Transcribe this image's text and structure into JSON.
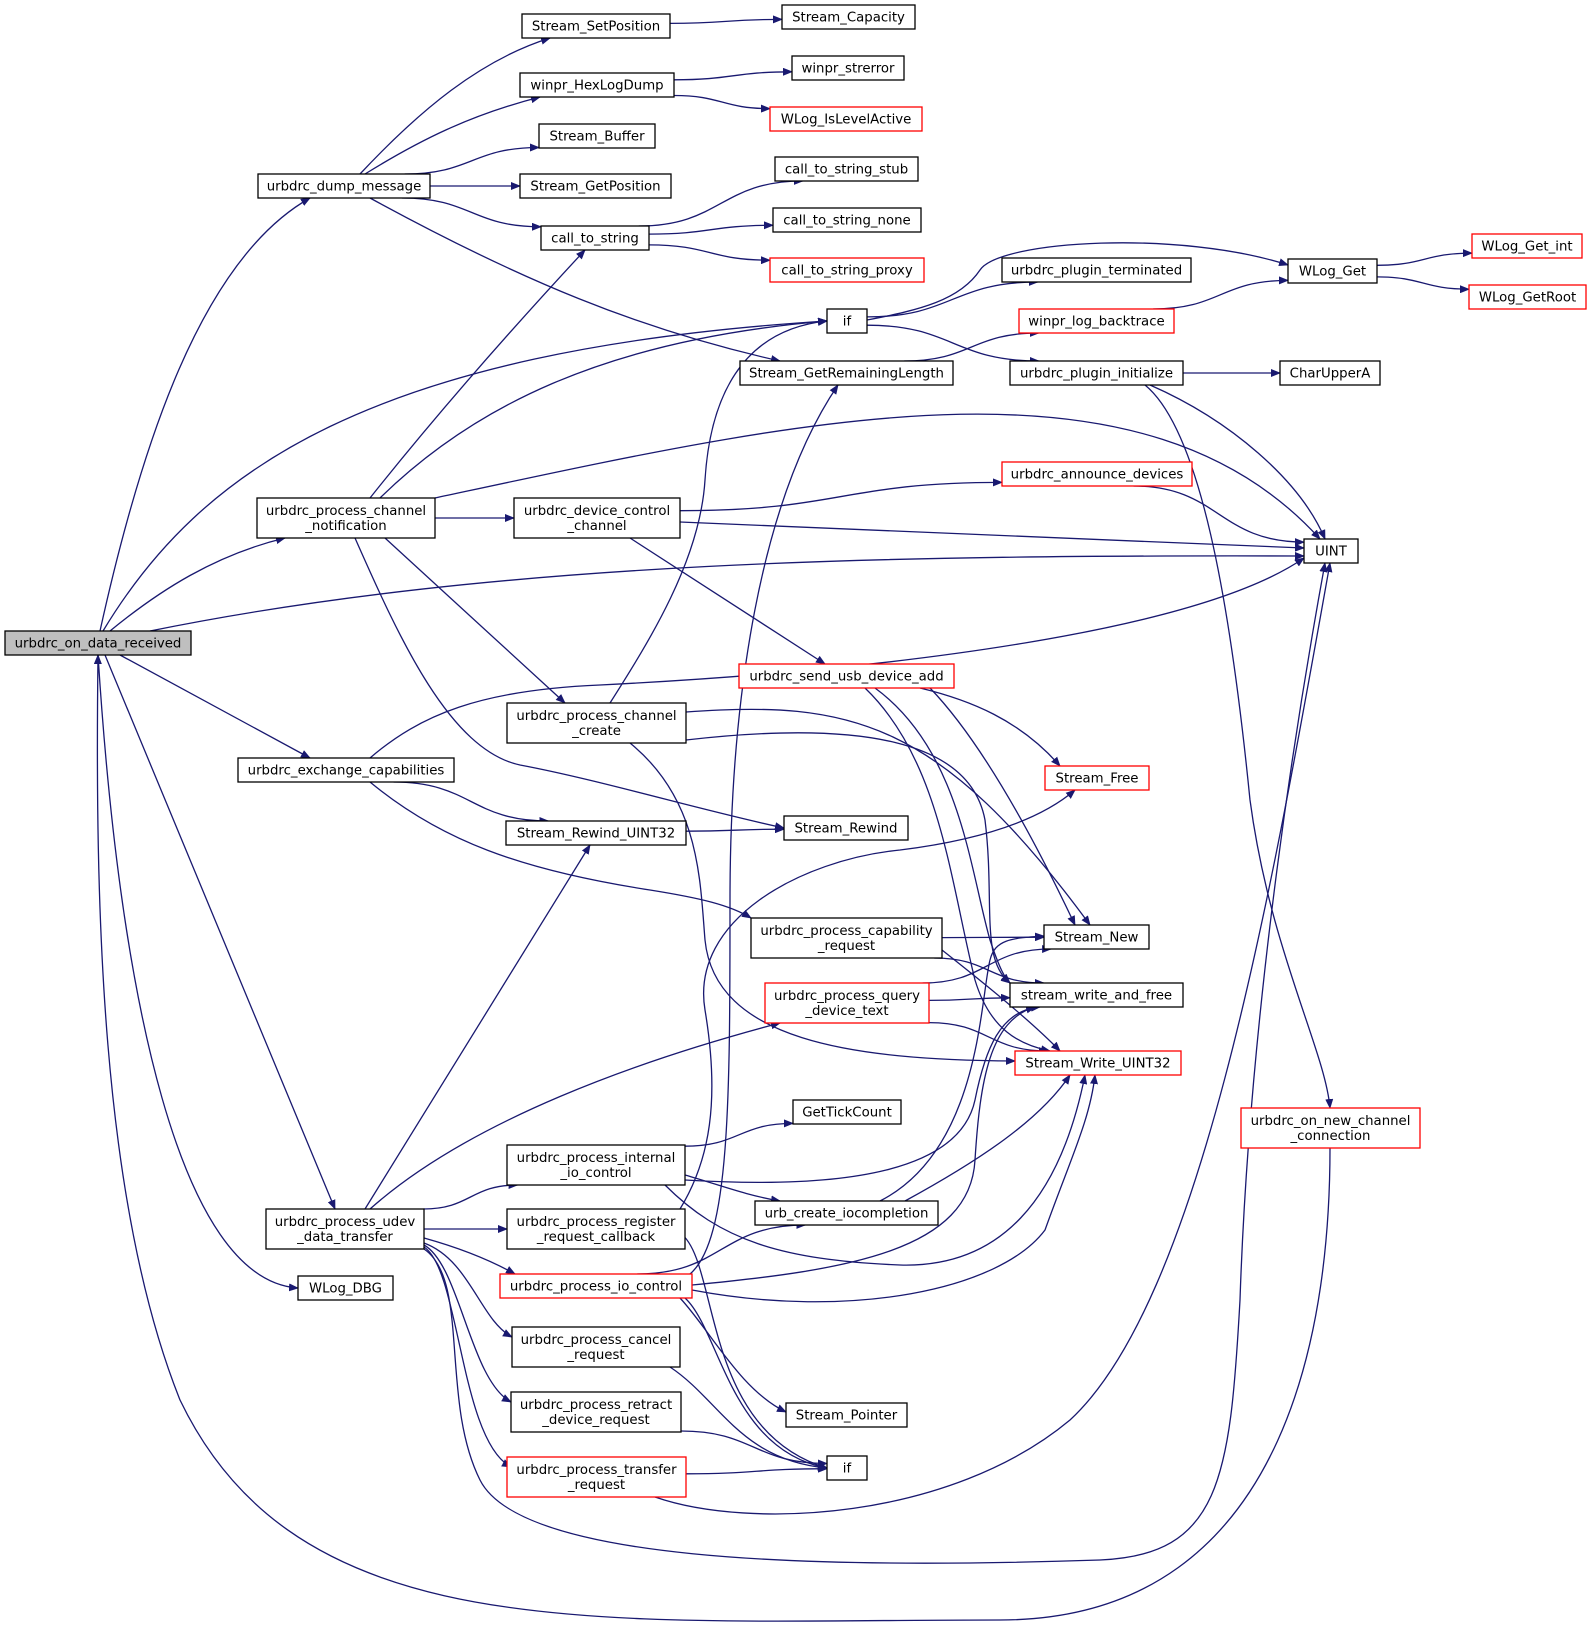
{
  "colors": {
    "edge": "#191970",
    "node_border": "#000000",
    "node_border_incomplete": "#ff0000",
    "root_fill": "#bfbfbf",
    "node_fill": "#ffffff"
  },
  "graph": {
    "root": "urbdrc_on_data_received",
    "nodes": [
      {
        "id": "urbdrc_on_data_received",
        "lines": [
          "urbdrc_on_data_received"
        ],
        "style": "root"
      },
      {
        "id": "urbdrc_dump_message",
        "lines": [
          "urbdrc_dump_message"
        ],
        "style": "normal"
      },
      {
        "id": "urbdrc_process_channel_notification",
        "lines": [
          "urbdrc_process_channel",
          "_notification"
        ],
        "style": "normal"
      },
      {
        "id": "urbdrc_exchange_capabilities",
        "lines": [
          "urbdrc_exchange_capabilities"
        ],
        "style": "normal"
      },
      {
        "id": "urbdrc_process_udev_data_transfer",
        "lines": [
          "urbdrc_process_udev",
          "_data_transfer"
        ],
        "style": "normal"
      },
      {
        "id": "WLog_DBG",
        "lines": [
          "WLog_DBG"
        ],
        "style": "normal"
      },
      {
        "id": "Stream_SetPosition",
        "lines": [
          "Stream_SetPosition"
        ],
        "style": "normal"
      },
      {
        "id": "winpr_HexLogDump",
        "lines": [
          "winpr_HexLogDump"
        ],
        "style": "normal"
      },
      {
        "id": "Stream_Buffer",
        "lines": [
          "Stream_Buffer"
        ],
        "style": "normal"
      },
      {
        "id": "Stream_GetPosition",
        "lines": [
          "Stream_GetPosition"
        ],
        "style": "normal"
      },
      {
        "id": "call_to_string",
        "lines": [
          "call_to_string"
        ],
        "style": "normal"
      },
      {
        "id": "urbdrc_device_control_channel",
        "lines": [
          "urbdrc_device_control",
          "_channel"
        ],
        "style": "normal"
      },
      {
        "id": "urbdrc_process_channel_create",
        "lines": [
          "urbdrc_process_channel",
          "_create"
        ],
        "style": "normal"
      },
      {
        "id": "Stream_Rewind_UINT32",
        "lines": [
          "Stream_Rewind_UINT32"
        ],
        "style": "normal"
      },
      {
        "id": "urbdrc_process_internal_io_control",
        "lines": [
          "urbdrc_process_internal",
          "_io_control"
        ],
        "style": "normal"
      },
      {
        "id": "urbdrc_process_register_request_callback",
        "lines": [
          "urbdrc_process_register",
          "_request_callback"
        ],
        "style": "normal"
      },
      {
        "id": "urbdrc_process_io_control",
        "lines": [
          "urbdrc_process_io_control"
        ],
        "style": "incomplete"
      },
      {
        "id": "urbdrc_process_cancel_request",
        "lines": [
          "urbdrc_process_cancel",
          "_request"
        ],
        "style": "normal"
      },
      {
        "id": "urbdrc_process_retract_device_request",
        "lines": [
          "urbdrc_process_retract",
          "_device_request"
        ],
        "style": "normal"
      },
      {
        "id": "urbdrc_process_transfer_request",
        "lines": [
          "urbdrc_process_transfer",
          "_request"
        ],
        "style": "incomplete"
      },
      {
        "id": "Stream_Capacity",
        "lines": [
          "Stream_Capacity"
        ],
        "style": "normal"
      },
      {
        "id": "winpr_strerror",
        "lines": [
          "winpr_strerror"
        ],
        "style": "normal"
      },
      {
        "id": "WLog_IsLevelActive",
        "lines": [
          "WLog_IsLevelActive"
        ],
        "style": "incomplete"
      },
      {
        "id": "call_to_string_stub",
        "lines": [
          "call_to_string_stub"
        ],
        "style": "normal"
      },
      {
        "id": "call_to_string_none",
        "lines": [
          "call_to_string_none"
        ],
        "style": "normal"
      },
      {
        "id": "call_to_string_proxy",
        "lines": [
          "call_to_string_proxy"
        ],
        "style": "incomplete"
      },
      {
        "id": "if_top",
        "lines": [
          "if"
        ],
        "style": "normal"
      },
      {
        "id": "Stream_GetRemainingLength",
        "lines": [
          "Stream_GetRemainingLength"
        ],
        "style": "normal"
      },
      {
        "id": "urbdrc_send_usb_device_add",
        "lines": [
          "urbdrc_send_usb_device_add"
        ],
        "style": "incomplete"
      },
      {
        "id": "Stream_Rewind",
        "lines": [
          "Stream_Rewind"
        ],
        "style": "normal"
      },
      {
        "id": "urbdrc_process_capability_request",
        "lines": [
          "urbdrc_process_capability",
          "_request"
        ],
        "style": "normal"
      },
      {
        "id": "urbdrc_process_query_device_text",
        "lines": [
          "urbdrc_process_query",
          "_device_text"
        ],
        "style": "incomplete"
      },
      {
        "id": "GetTickCount",
        "lines": [
          "GetTickCount"
        ],
        "style": "normal"
      },
      {
        "id": "urb_create_iocompletion",
        "lines": [
          "urb_create_iocompletion"
        ],
        "style": "normal"
      },
      {
        "id": "Stream_Pointer",
        "lines": [
          "Stream_Pointer"
        ],
        "style": "normal"
      },
      {
        "id": "if_bottom",
        "lines": [
          "if"
        ],
        "style": "normal"
      },
      {
        "id": "urbdrc_plugin_terminated",
        "lines": [
          "urbdrc_plugin_terminated"
        ],
        "style": "normal"
      },
      {
        "id": "winpr_log_backtrace",
        "lines": [
          "winpr_log_backtrace"
        ],
        "style": "incomplete"
      },
      {
        "id": "urbdrc_plugin_initialize",
        "lines": [
          "urbdrc_plugin_initialize"
        ],
        "style": "normal"
      },
      {
        "id": "urbdrc_announce_devices",
        "lines": [
          "urbdrc_announce_devices"
        ],
        "style": "incomplete"
      },
      {
        "id": "Stream_Free",
        "lines": [
          "Stream_Free"
        ],
        "style": "incomplete"
      },
      {
        "id": "Stream_New",
        "lines": [
          "Stream_New"
        ],
        "style": "normal"
      },
      {
        "id": "stream_write_and_free",
        "lines": [
          "stream_write_and_free"
        ],
        "style": "normal"
      },
      {
        "id": "Stream_Write_UINT32",
        "lines": [
          "Stream_Write_UINT32"
        ],
        "style": "incomplete"
      },
      {
        "id": "WLog_Get",
        "lines": [
          "WLog_Get"
        ],
        "style": "normal"
      },
      {
        "id": "CharUpperA",
        "lines": [
          "CharUpperA"
        ],
        "style": "normal"
      },
      {
        "id": "UINT",
        "lines": [
          "UINT"
        ],
        "style": "normal"
      },
      {
        "id": "urbdrc_on_new_channel_connection",
        "lines": [
          "urbdrc_on_new_channel",
          "_connection"
        ],
        "style": "incomplete"
      },
      {
        "id": "WLog_Get_int",
        "lines": [
          "WLog_Get_int"
        ],
        "style": "incomplete"
      },
      {
        "id": "WLog_GetRoot",
        "lines": [
          "WLog_GetRoot"
        ],
        "style": "incomplete"
      }
    ],
    "edges": [
      [
        "urbdrc_on_data_received",
        "urbdrc_dump_message"
      ],
      [
        "urbdrc_on_data_received",
        "if_top"
      ],
      [
        "urbdrc_on_data_received",
        "urbdrc_process_channel_notification"
      ],
      [
        "urbdrc_on_data_received",
        "UINT"
      ],
      [
        "urbdrc_on_data_received",
        "urbdrc_exchange_capabilities"
      ],
      [
        "urbdrc_on_data_received",
        "urbdrc_process_udev_data_transfer"
      ],
      [
        "urbdrc_on_data_received",
        "WLog_DBG"
      ],
      [
        "urbdrc_dump_message",
        "Stream_SetPosition"
      ],
      [
        "urbdrc_dump_message",
        "winpr_HexLogDump"
      ],
      [
        "urbdrc_dump_message",
        "Stream_Buffer"
      ],
      [
        "urbdrc_dump_message",
        "Stream_GetPosition"
      ],
      [
        "urbdrc_dump_message",
        "call_to_string"
      ],
      [
        "urbdrc_dump_message",
        "Stream_GetRemainingLength"
      ],
      [
        "Stream_SetPosition",
        "Stream_Capacity"
      ],
      [
        "winpr_HexLogDump",
        "winpr_strerror"
      ],
      [
        "winpr_HexLogDump",
        "WLog_IsLevelActive"
      ],
      [
        "call_to_string",
        "call_to_string_stub"
      ],
      [
        "call_to_string",
        "call_to_string_none"
      ],
      [
        "call_to_string",
        "call_to_string_proxy"
      ],
      [
        "if_top",
        "WLog_Get"
      ],
      [
        "if_top",
        "urbdrc_plugin_terminated"
      ],
      [
        "if_top",
        "urbdrc_plugin_initialize"
      ],
      [
        "Stream_GetRemainingLength",
        "winpr_log_backtrace"
      ],
      [
        "winpr_log_backtrace",
        "WLog_Get"
      ],
      [
        "WLog_Get",
        "WLog_Get_int"
      ],
      [
        "WLog_Get",
        "WLog_GetRoot"
      ],
      [
        "urbdrc_plugin_initialize",
        "CharUpperA"
      ],
      [
        "urbdrc_plugin_initialize",
        "UINT"
      ],
      [
        "urbdrc_plugin_initialize",
        "urbdrc_on_new_channel_connection"
      ],
      [
        "urbdrc_process_channel_notification",
        "call_to_string"
      ],
      [
        "urbdrc_process_channel_notification",
        "if_top"
      ],
      [
        "urbdrc_process_channel_notification",
        "UINT"
      ],
      [
        "urbdrc_process_channel_notification",
        "urbdrc_device_control_channel"
      ],
      [
        "urbdrc_process_channel_notification",
        "urbdrc_process_channel_create"
      ],
      [
        "urbdrc_process_channel_notification",
        "Stream_Rewind"
      ],
      [
        "urbdrc_device_control_channel",
        "urbdrc_announce_devices"
      ],
      [
        "urbdrc_device_control_channel",
        "UINT"
      ],
      [
        "urbdrc_device_control_channel",
        "urbdrc_send_usb_device_add"
      ],
      [
        "urbdrc_announce_devices",
        "UINT"
      ],
      [
        "urbdrc_process_channel_create",
        "if_top"
      ],
      [
        "urbdrc_process_channel_create",
        "Stream_New"
      ],
      [
        "urbdrc_process_channel_create",
        "stream_write_and_free"
      ],
      [
        "urbdrc_process_channel_create",
        "Stream_Write_UINT32"
      ],
      [
        "urbdrc_send_usb_device_add",
        "Stream_Free"
      ],
      [
        "urbdrc_send_usb_device_add",
        "Stream_New"
      ],
      [
        "urbdrc_send_usb_device_add",
        "stream_write_and_free"
      ],
      [
        "urbdrc_send_usb_device_add",
        "Stream_Write_UINT32"
      ],
      [
        "urbdrc_exchange_capabilities",
        "UINT"
      ],
      [
        "urbdrc_exchange_capabilities",
        "Stream_Rewind_UINT32"
      ],
      [
        "urbdrc_exchange_capabilities",
        "urbdrc_process_capability_request"
      ],
      [
        "Stream_Rewind_UINT32",
        "Stream_Rewind"
      ],
      [
        "urbdrc_process_capability_request",
        "Stream_New"
      ],
      [
        "urbdrc_process_capability_request",
        "stream_write_and_free"
      ],
      [
        "urbdrc_process_capability_request",
        "Stream_Write_UINT32"
      ],
      [
        "urbdrc_process_query_device_text",
        "Stream_New"
      ],
      [
        "urbdrc_process_query_device_text",
        "stream_write_and_free"
      ],
      [
        "urbdrc_process_query_device_text",
        "Stream_Write_UINT32"
      ],
      [
        "urbdrc_process_udev_data_transfer",
        "Stream_Rewind_UINT32"
      ],
      [
        "urbdrc_process_udev_data_transfer",
        "urbdrc_process_query_device_text"
      ],
      [
        "urbdrc_process_udev_data_transfer",
        "urbdrc_process_internal_io_control"
      ],
      [
        "urbdrc_process_udev_data_transfer",
        "urbdrc_process_register_request_callback"
      ],
      [
        "urbdrc_process_udev_data_transfer",
        "urbdrc_process_io_control"
      ],
      [
        "urbdrc_process_udev_data_transfer",
        "urbdrc_process_cancel_request"
      ],
      [
        "urbdrc_process_udev_data_transfer",
        "urbdrc_process_retract_device_request"
      ],
      [
        "urbdrc_process_udev_data_transfer",
        "urbdrc_process_transfer_request"
      ],
      [
        "urbdrc_process_udev_data_transfer",
        "UINT"
      ],
      [
        "urbdrc_process_internal_io_control",
        "GetTickCount"
      ],
      [
        "urbdrc_process_internal_io_control",
        "urb_create_iocompletion"
      ],
      [
        "urbdrc_process_internal_io_control",
        "stream_write_and_free"
      ],
      [
        "urbdrc_process_internal_io_control",
        "Stream_Write_UINT32"
      ],
      [
        "urbdrc_process_register_request_callback",
        "Stream_Free"
      ],
      [
        "urbdrc_process_register_request_callback",
        "if_bottom"
      ],
      [
        "urbdrc_process_io_control",
        "Stream_GetRemainingLength"
      ],
      [
        "urbdrc_process_io_control",
        "urb_create_iocompletion"
      ],
      [
        "urbdrc_process_io_control",
        "stream_write_and_free"
      ],
      [
        "urbdrc_process_io_control",
        "Stream_Write_UINT32"
      ],
      [
        "urbdrc_process_io_control",
        "Stream_Pointer"
      ],
      [
        "urbdrc_process_io_control",
        "if_bottom"
      ],
      [
        "urb_create_iocompletion",
        "Stream_New"
      ],
      [
        "urb_create_iocompletion",
        "Stream_Write_UINT32"
      ],
      [
        "urbdrc_process_cancel_request",
        "if_bottom"
      ],
      [
        "urbdrc_process_retract_device_request",
        "if_bottom"
      ],
      [
        "urbdrc_process_transfer_request",
        "if_bottom"
      ],
      [
        "urbdrc_process_transfer_request",
        "UINT"
      ],
      [
        "urbdrc_on_new_channel_connection",
        "urbdrc_on_data_received"
      ]
    ]
  }
}
